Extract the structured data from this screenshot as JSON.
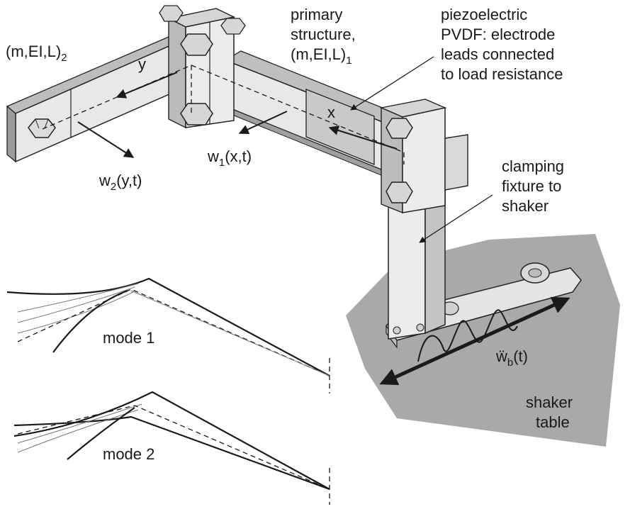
{
  "labels": {
    "beam2_params": "(m,EI,L)",
    "beam2_params_sub": "2",
    "primary_line1": "primary",
    "primary_line2": "structure,",
    "primary_params": "(m,EI,L)",
    "primary_params_sub": "1",
    "piezo_line1": "piezoelectric",
    "piezo_line2": "PVDF: electrode",
    "piezo_line3": "leads connected",
    "piezo_line4": "to load resistance",
    "axis_y": "y",
    "axis_x": "x",
    "w1": "w",
    "w1_sub": "1",
    "w1_args": "(x,t)",
    "w2": "w",
    "w2_sub": "2",
    "w2_args": "(y,t)",
    "clamp_line1": "clamping",
    "clamp_line2": "fixture to",
    "clamp_line3": "shaker",
    "base_accel": "ẅ",
    "base_accel_sub": "b",
    "base_accel_args": "(t)",
    "shaker_line1": "shaker",
    "shaker_line2": "table",
    "mode1": "mode 1",
    "mode2": "mode 2"
  },
  "colors": {
    "metal_light": "#e6e6e6",
    "metal_mid": "#cfcfcf",
    "metal_dark": "#9a9a9a",
    "table": "#a9a9a9",
    "line": "#1a1a1a"
  }
}
